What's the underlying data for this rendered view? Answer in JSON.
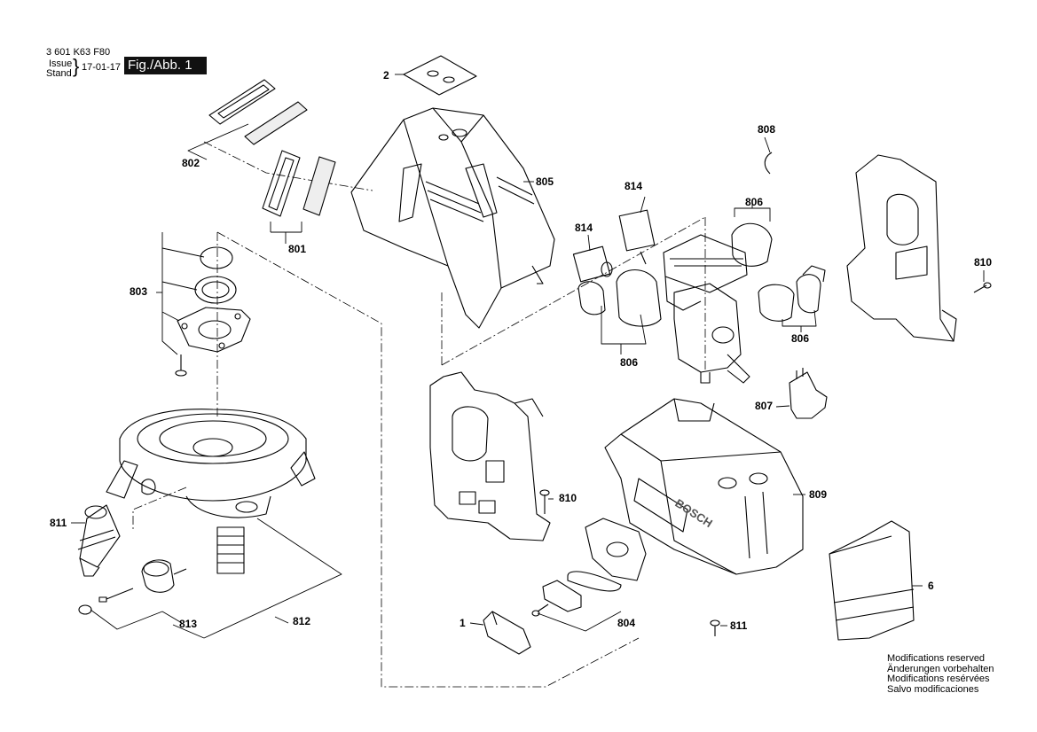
{
  "header": {
    "part_number": "3 601 K63 F80",
    "issue_label": "Issue",
    "stand_label": "Stand",
    "date": "17-01-17",
    "figure": "Fig./Abb. 1"
  },
  "callouts": [
    "2",
    "802",
    "805",
    "801",
    "803",
    "814",
    "814",
    "808",
    "806",
    "806",
    "806",
    "810",
    "807",
    "810",
    "809",
    "811",
    "6",
    "813",
    "812",
    "1",
    "804",
    "811"
  ],
  "notes": [
    "Modifications reserved",
    "Änderungen vorbehalten",
    "Modifications resérvées",
    "Salvo modificaciones"
  ],
  "brand_text": "BOSCH"
}
